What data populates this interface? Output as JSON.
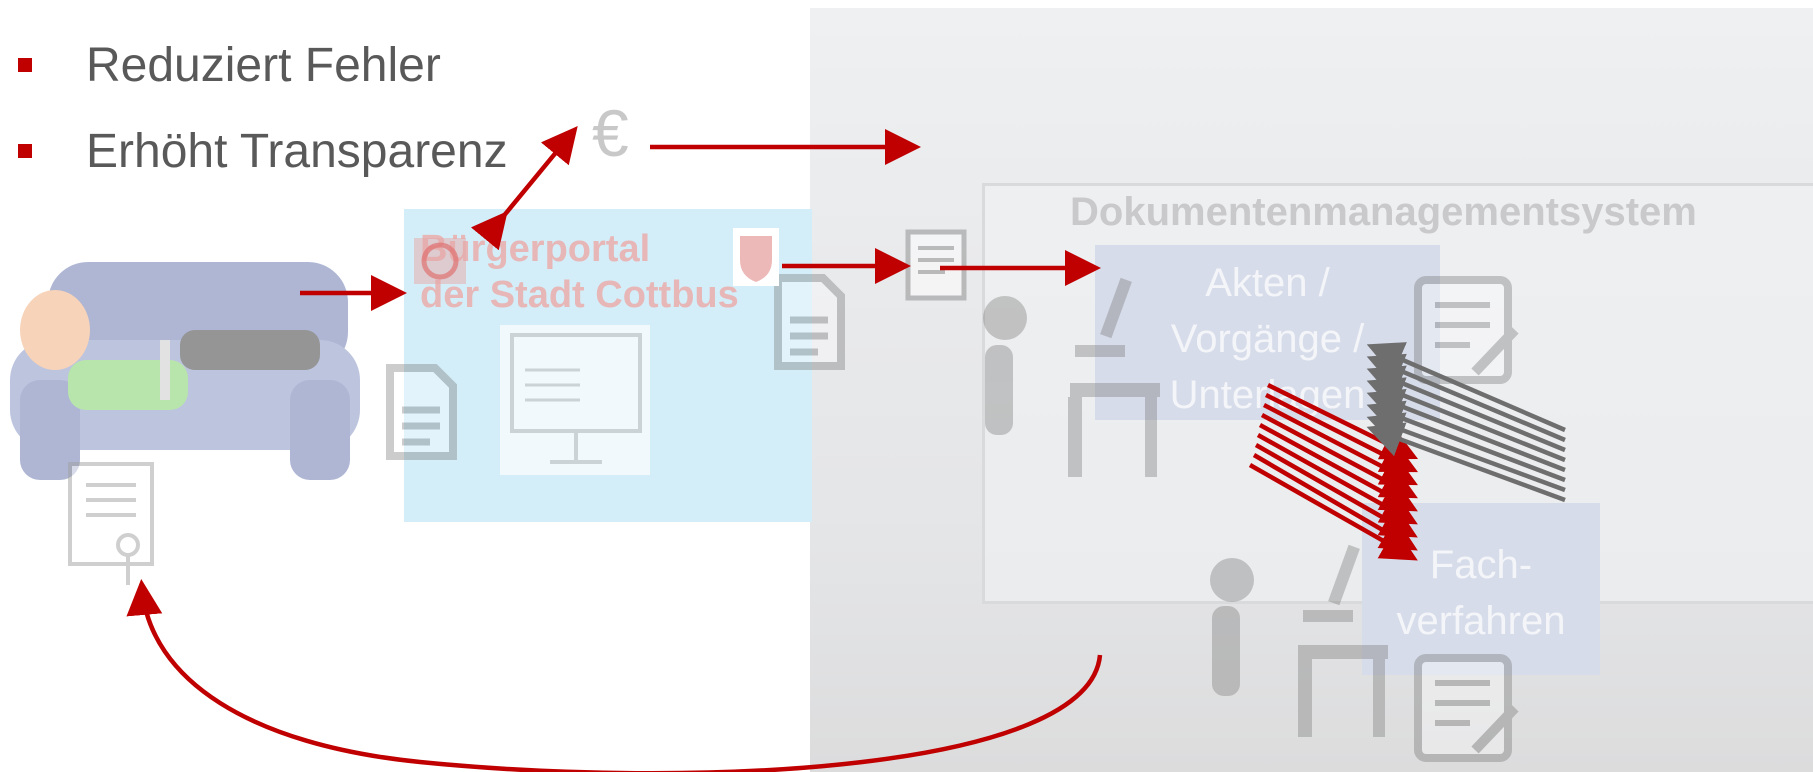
{
  "bullets": [
    {
      "label": "Reduziert Fehler"
    },
    {
      "label": "Erhöht Transparenz"
    }
  ],
  "euro_symbol": "€",
  "portal": {
    "title_line1": "Bürgerportal",
    "title_line2": "der Stadt Cottbus"
  },
  "dms": {
    "title": "Dokumentenmanagementsystem",
    "akten_lines": [
      "Akten /",
      "Vorgänge /",
      "Unterlagen"
    ],
    "fach_lines": [
      "Fach-",
      "verfahren"
    ]
  },
  "colors": {
    "accent_red": "#c00000",
    "arrow_gray": "#707070",
    "portal_bg": "#d4eef9"
  }
}
